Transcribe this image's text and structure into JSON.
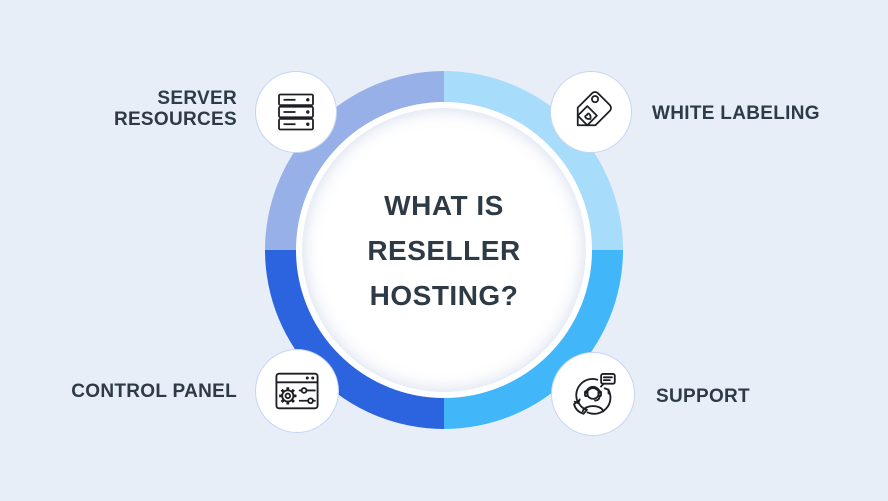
{
  "canvas": {
    "background": "#e7eef8"
  },
  "title": {
    "lines": [
      "WHAT IS",
      "RESELLER",
      "HOSTING?"
    ],
    "color": "#2e3b47"
  },
  "ring": {
    "colors": {
      "top_left": "#97b0e8",
      "top_right": "#a7dcfb",
      "bottom_right": "#41b7f9",
      "bottom_left": "#2c63de"
    },
    "center_fill": "#ffffff"
  },
  "label_color": "#2e3b47",
  "items": [
    {
      "label": "SERVER RESOURCES",
      "icon": "server-icon",
      "position": "top-left"
    },
    {
      "label": "WHITE LABELING",
      "icon": "price-tag-heart-icon",
      "position": "top-right"
    },
    {
      "label": "CONTROL PANEL",
      "icon": "control-panel-icon",
      "position": "bottom-left"
    },
    {
      "label": "SUPPORT",
      "icon": "support-agent-icon",
      "position": "bottom-right"
    }
  ]
}
